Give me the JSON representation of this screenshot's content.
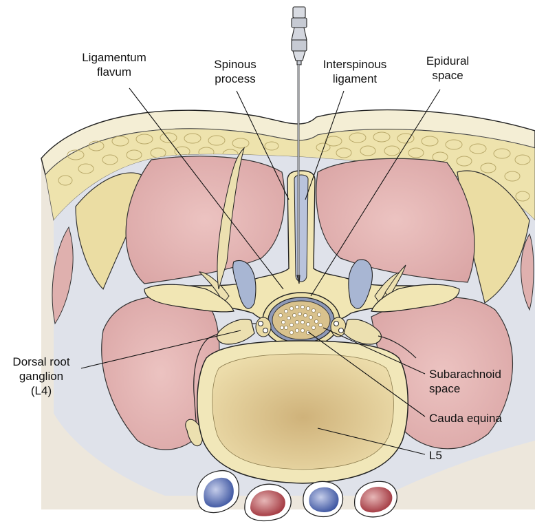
{
  "labels": {
    "ligamentum_flavum": [
      "Ligamentum",
      "flavum"
    ],
    "spinous_process": [
      "Spinous",
      "process"
    ],
    "interspinous_ligament": [
      "Interspinous",
      "ligament"
    ],
    "epidural_space": [
      "Epidural",
      "space"
    ],
    "dorsal_root_ganglion": [
      "Dorsal root",
      "ganglion",
      "(L4)"
    ],
    "subarachnoid_space": [
      "Subarachnoid",
      "space"
    ],
    "cauda_equina": [
      "Cauda equina"
    ],
    "l5": [
      "L5"
    ]
  },
  "colors": {
    "skin": "#f3ecc8",
    "fat": "#eee4b3",
    "muscle": "#e2b4b3",
    "bone": "#f0e6b2",
    "vertebral_body": "#d8c08c",
    "fascia": "#d9dde8",
    "cartilage": "#a9b7d3",
    "artery": "#a7333b",
    "vein": "#3f58a4",
    "outline": "#222222"
  }
}
